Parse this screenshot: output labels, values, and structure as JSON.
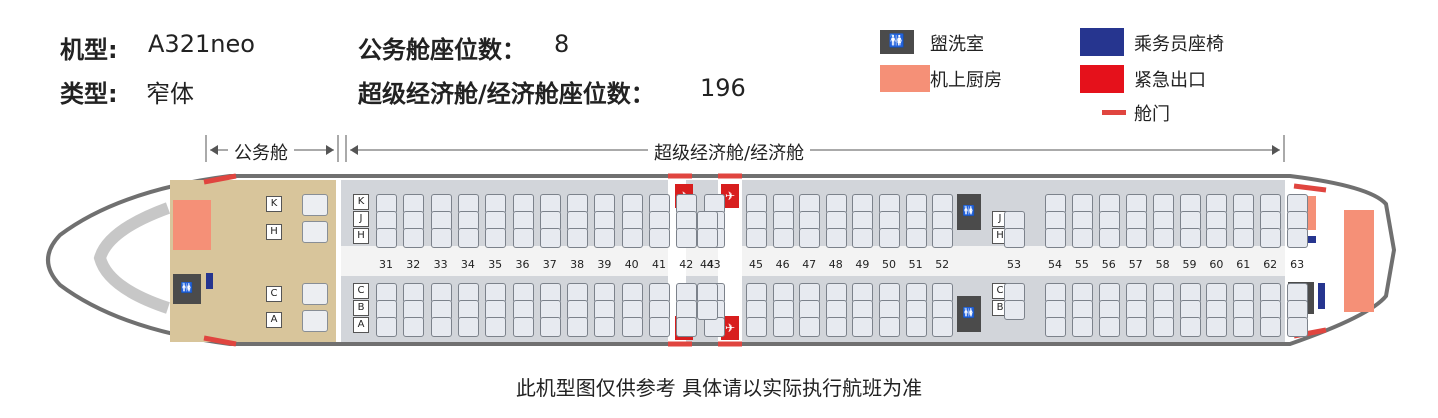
{
  "info": {
    "model_label": "机型:",
    "model_value": "A321neo",
    "type_label": "类型:",
    "type_value": "窄体",
    "business_label": "公务舱座位数：",
    "business_value": "8",
    "economy_label": "超级经济舱/经济舱座位数：",
    "economy_value": "196"
  },
  "legend": [
    {
      "label": "盥洗室",
      "color": "#4b4b4b",
      "icon": "restroom-icon"
    },
    {
      "label": "机上厨房",
      "color": "#f59077",
      "icon": "galley-swatch"
    },
    {
      "label": "乘务员座椅",
      "color": "#26358f",
      "icon": "crew-seat-swatch"
    },
    {
      "label": "紧急出口",
      "color": "#e5111b",
      "icon": "emergency-exit-swatch"
    },
    {
      "label": "舱门",
      "color": "#e0453f",
      "icon": "door-swatch"
    }
  ],
  "sections": {
    "business": "公务舱",
    "economy": "超级经济舱/经济舱"
  },
  "seat_letters": {
    "business_top": [
      "K",
      "H"
    ],
    "business_bottom": [
      "C",
      "A"
    ],
    "economy_top": [
      "K",
      "J",
      "H"
    ],
    "economy_bottom": [
      "C",
      "B",
      "A"
    ],
    "rear_top": [
      "J",
      "H"
    ],
    "rear_bottom": [
      "C",
      "B"
    ]
  },
  "rows": [
    "31",
    "32",
    "33",
    "34",
    "35",
    "36",
    "37",
    "38",
    "39",
    "40",
    "41",
    "42",
    "43",
    "44",
    "45",
    "46",
    "47",
    "48",
    "49",
    "50",
    "51",
    "52",
    "53",
    "54",
    "55",
    "56",
    "57",
    "58",
    "59",
    "60",
    "61",
    "62",
    "63"
  ],
  "lavatory_icon_text": "🚻",
  "exit_icon_text": "✈",
  "footer": "此机型图仅供参考 具体请以实际执行航班为准",
  "colors": {
    "fuselage_outline": "#6f6f6f",
    "business_floor": "#d8c59b",
    "economy_floor": "#d2d5da",
    "galley": "#f59077",
    "lavatory": "#4b4b4b",
    "crew": "#26358f",
    "exit": "#e5111b",
    "door": "#e0453f"
  }
}
